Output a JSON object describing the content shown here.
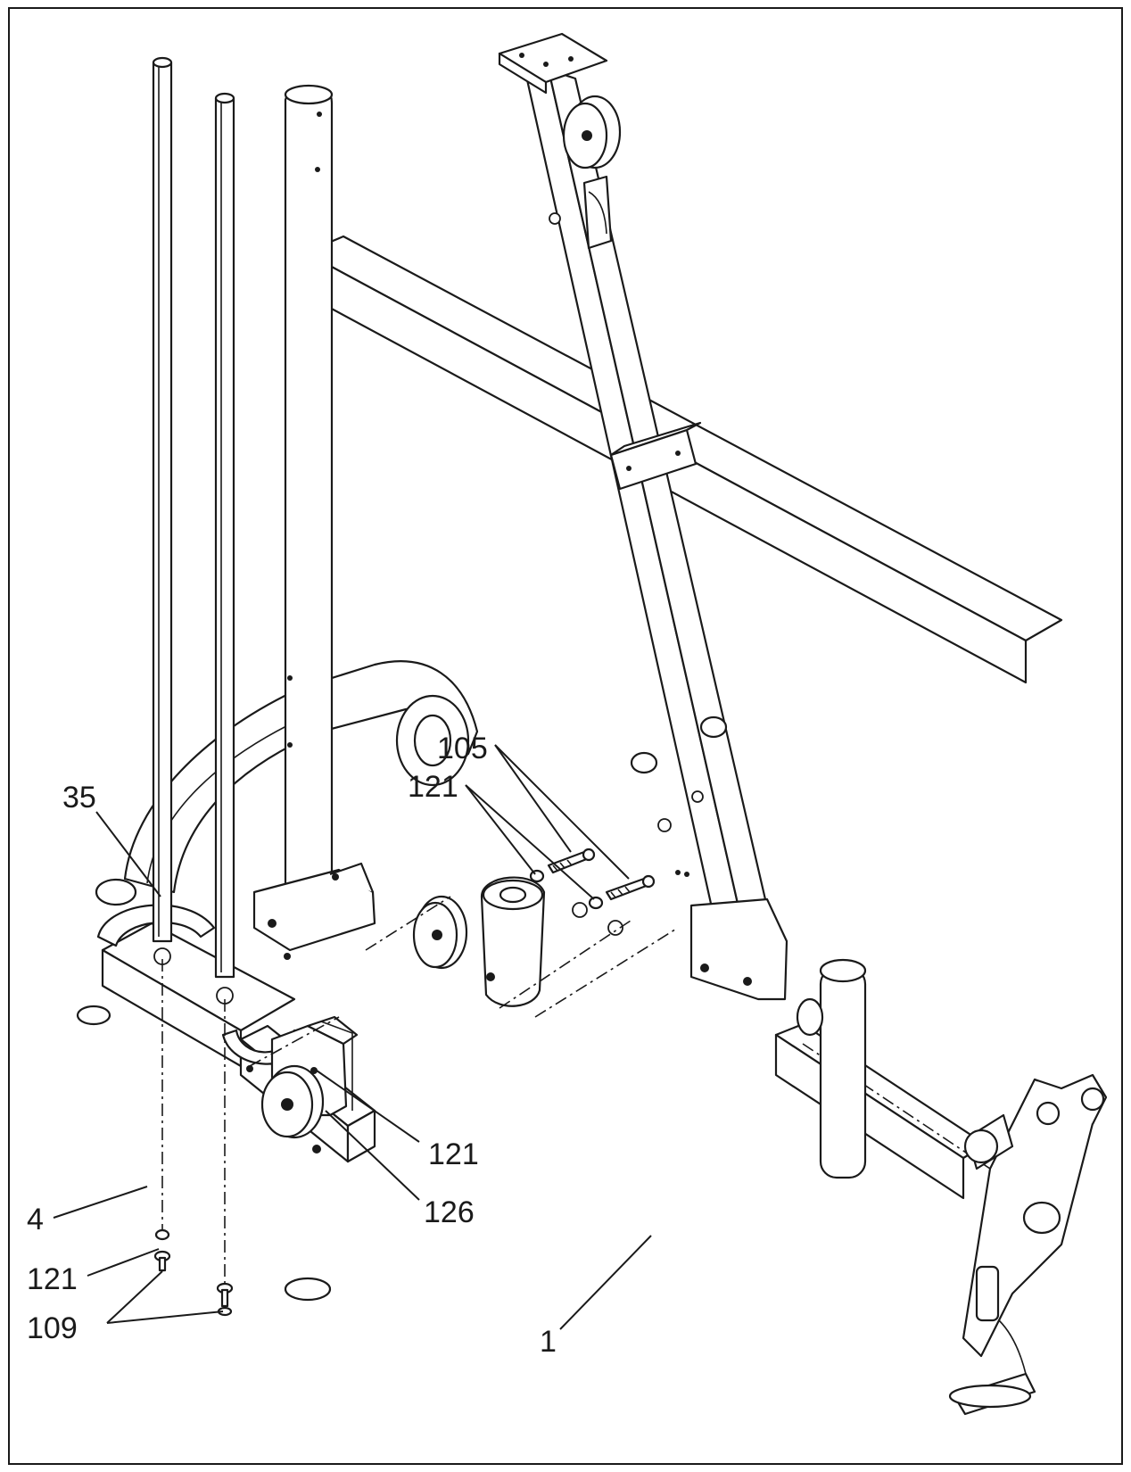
{
  "callouts": {
    "c35": "35",
    "c105": "105",
    "c121_top": "121",
    "c121_mid": "121",
    "c126": "126",
    "c4": "4",
    "c1": "1",
    "c121_bottom": "121",
    "c109": "109"
  },
  "colors": {
    "ink": "#1a1a1a",
    "paper": "#ffffff"
  }
}
